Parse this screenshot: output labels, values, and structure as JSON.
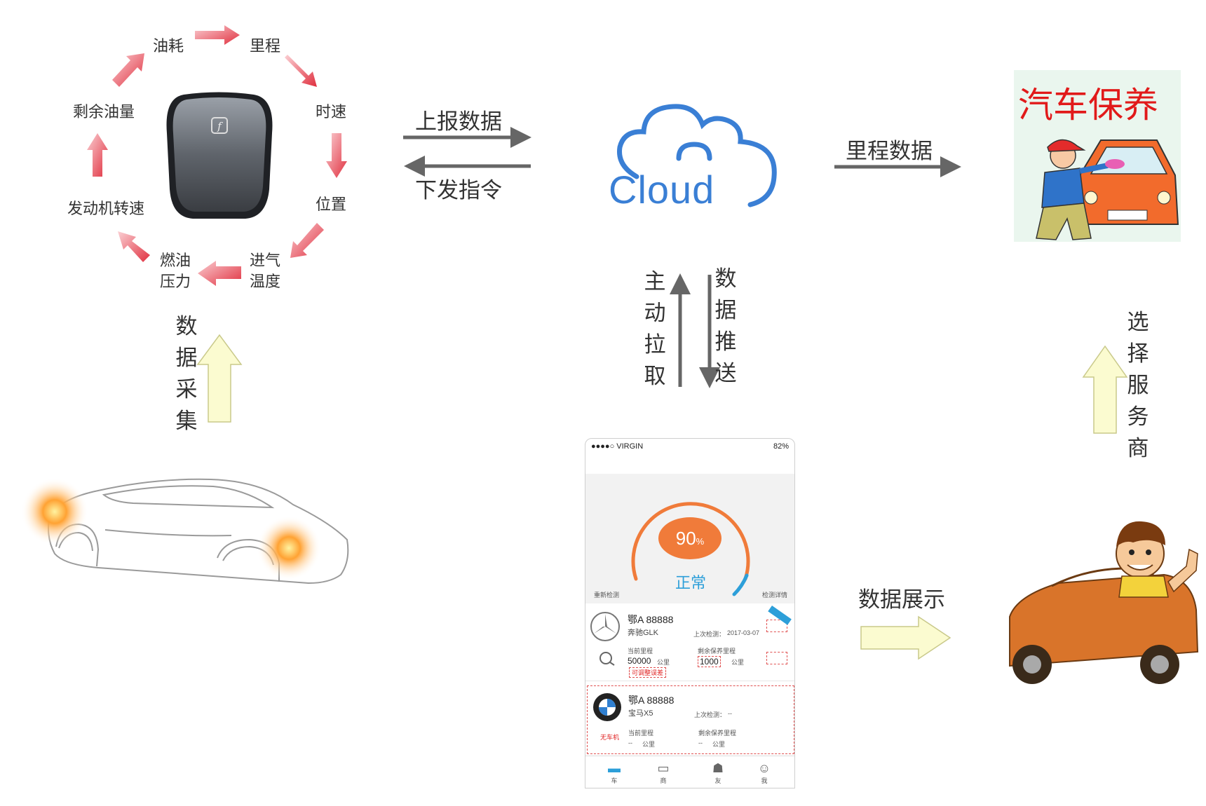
{
  "cycle_labels": {
    "fuel_consumption": "油耗",
    "mileage": "里程",
    "speed": "时速",
    "position": "位置",
    "intake_temp_line1": "进气",
    "intake_temp_line2": "温度",
    "fuel_pressure_line1": "燃油",
    "fuel_pressure_line2": "压力",
    "engine_rpm": "发动机转速",
    "remaining_fuel": "剩余油量"
  },
  "flows": {
    "report_data": "上报数据",
    "send_command": "下发指令",
    "mileage_data": "里程数据",
    "data_display": "数据展示",
    "data_collection": [
      "数",
      "据",
      "采",
      "集"
    ],
    "active_pull": [
      "主",
      "动",
      "拉",
      "取"
    ],
    "data_push": [
      "数",
      "据",
      "推",
      "送"
    ],
    "select_provider": [
      "选",
      "择",
      "服",
      "务",
      "商"
    ]
  },
  "cloud_logo": "Cloud",
  "maintenance_title": "汽车保养",
  "colors": {
    "cloud_blue": "#3a7fd5",
    "cycle_arrow": "#e8475a",
    "yellow_arrow": "#fbfbd0",
    "gauge_orange": "#f07b3a",
    "gauge_blue": "#2d9fd9",
    "maintenance_red": "#e11a1a"
  },
  "phone": {
    "carrier": "●●●●○ VIRGIN",
    "battery": "82%",
    "gauge_percent": "90",
    "gauge_unit": "%",
    "gauge_level": 0.9,
    "status": "正常",
    "recheck": "重新检测",
    "check_detail": "检测详情",
    "cars": [
      {
        "plate": "鄂A 88888",
        "model": "奔驰GLK",
        "last_check_label": "上次检测：",
        "last_check": "2017-03-07",
        "mileage_label": "当前里程",
        "mileage": "50000",
        "unit": "公里",
        "remain_label": "剩余保养里程",
        "remain": "1000",
        "adjust_note": "可调整误差"
      },
      {
        "plate": "鄂A 88888",
        "model": "宝马X5",
        "last_check_label": "上次检测：",
        "last_check": "--",
        "mileage_label": "当前里程",
        "mileage": "--",
        "unit": "公里",
        "remain_label": "剩余保养里程",
        "remain": "--",
        "no_device": "无车机"
      }
    ],
    "tabs": [
      "车",
      "商",
      "友",
      "我"
    ]
  }
}
